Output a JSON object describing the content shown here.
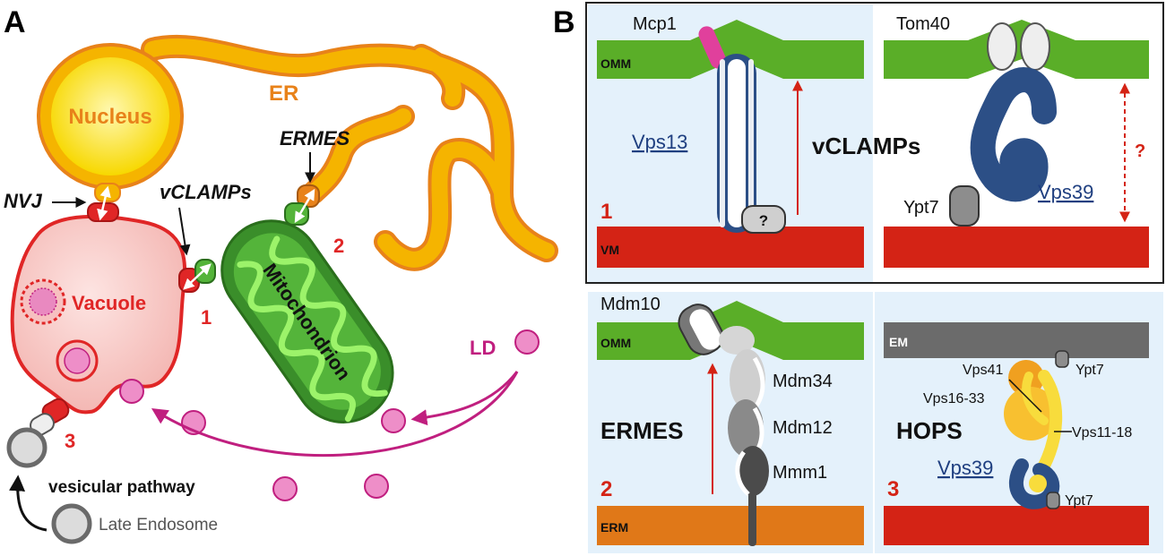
{
  "panel_a": {
    "letter": "A",
    "labels": {
      "nucleus": "Nucleus",
      "er": "ER",
      "ermes": "ERMES",
      "vclamps": "vCLAMPs",
      "nvj": "NVJ",
      "vacuole": "Vacuole",
      "mitochondrion": "Mitochondrion",
      "num1": "1",
      "num2": "2",
      "num3": "3",
      "ld": "LD",
      "vesicular_pathway": "vesicular pathway",
      "late_endosome": "Late Endosome"
    }
  },
  "panel_b": {
    "letter": "B",
    "sub1": {
      "mcp1": "Mcp1",
      "omm": "OMM",
      "vps13": "Vps13",
      "vclamps": "vCLAMPs",
      "q": "?",
      "num": "1",
      "vm": "VM"
    },
    "sub2": {
      "tom40": "Tom40",
      "vps39": "Vps39",
      "ypt7": "Ypt7",
      "q": "?"
    },
    "sub3": {
      "mdm10": "Mdm10",
      "omm": "OMM",
      "mdm34": "Mdm34",
      "mdm12": "Mdm12",
      "mmm1": "Mmm1",
      "ermes": "ERMES",
      "num": "2",
      "erm": "ERM"
    },
    "sub4": {
      "em": "EM",
      "vps41": "Vps41",
      "ypt7_top": "Ypt7",
      "vps16_33": "Vps16-33",
      "vps11_18": "Vps11-18",
      "hops": "HOPS",
      "vps39": "Vps39",
      "num": "3",
      "ypt7_bottom": "Ypt7"
    }
  },
  "colors": {
    "er_yellow": "#f5b400",
    "er_orange": "#e8821a",
    "vacuole_red": "#e02626",
    "vacuole_fill": "#f6c9c6",
    "mito_green": "#3a8e2a",
    "mito_light": "#7ee04a",
    "ld_magenta": "#c01f7f",
    "ld_pink": "#ee8ec8",
    "omm_green": "#5aae28",
    "vm_red": "#d42315",
    "erm_orange": "#e07818",
    "em_gray": "#6b6b6b",
    "panel_blue": "#e4f1fb",
    "vps_blue": "#2c4f86",
    "hops_yellow": "#f8dc3c",
    "hops_orange": "#f0a020"
  }
}
